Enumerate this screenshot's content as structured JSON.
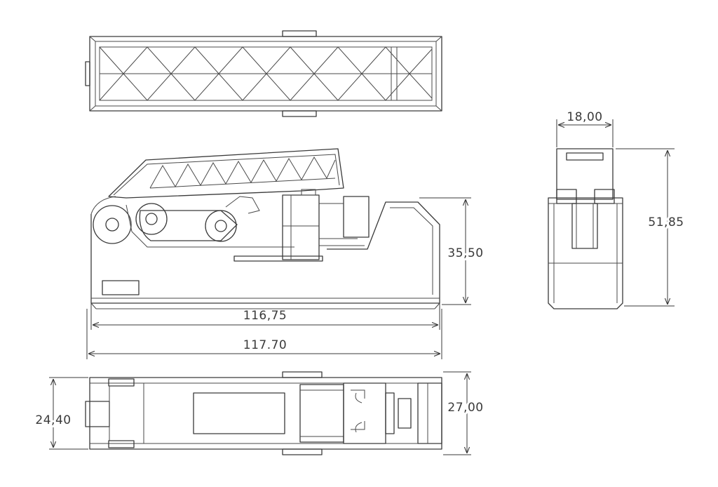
{
  "drawing": {
    "dimensions": {
      "length_body": "116,75",
      "length_overall": "117.70",
      "height_side": "35,50",
      "width_end": "18,00",
      "height_end": "51,85",
      "width_bottom_inner": "24,40",
      "width_bottom_outer": "27,00"
    }
  }
}
